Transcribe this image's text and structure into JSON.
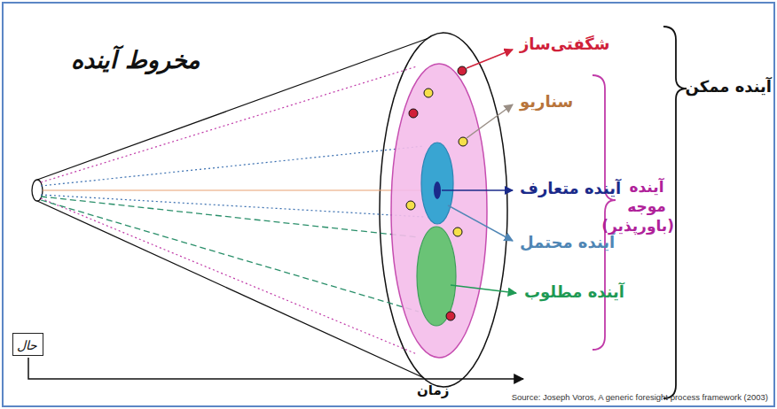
{
  "diagram": {
    "title": "مخروط آینده",
    "nodes": [
      {
        "text": [
          "حال"
        ]
      }
    ],
    "edges": [],
    "labels": [
      "شگفتی‌ساز",
      "سناریو",
      "آینده متعارف",
      "آینده محتمل",
      "آینده مطلوب",
      "آینده موجه (باورپذیر)",
      "آینده ممکن",
      "زمان",
      "Source: Joseph Voros, A generic foresight process framework (2003)"
    ]
  }
}
